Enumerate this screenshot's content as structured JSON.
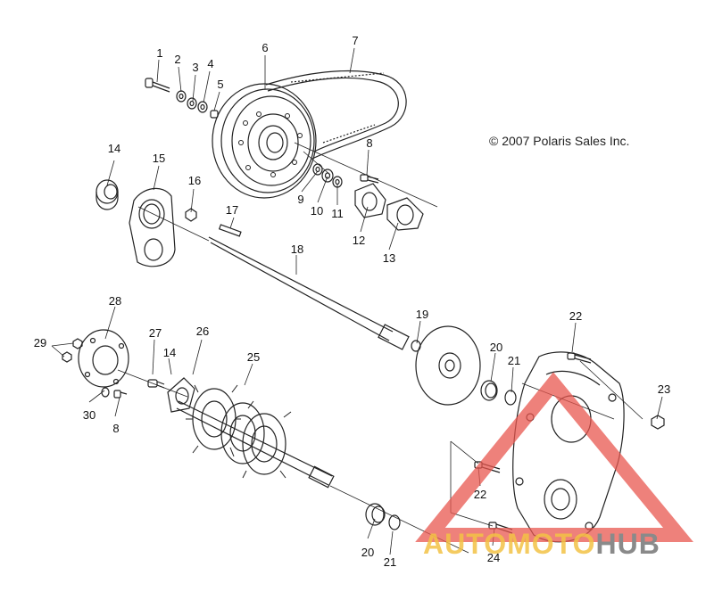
{
  "copyright": "© 2007 Polaris Sales Inc.",
  "watermark": {
    "part1": "AUTOMOTO",
    "part2": "HUB"
  },
  "callouts": [
    "1",
    "2",
    "3",
    "4",
    "5",
    "6",
    "7",
    "8",
    "9",
    "10",
    "11",
    "12",
    "13",
    "14",
    "15",
    "16",
    "17",
    "18",
    "19",
    "20",
    "21",
    "22",
    "23",
    "24",
    "25",
    "26",
    "27",
    "28",
    "29",
    "30",
    "8",
    "14",
    "20",
    "21",
    "22"
  ]
}
